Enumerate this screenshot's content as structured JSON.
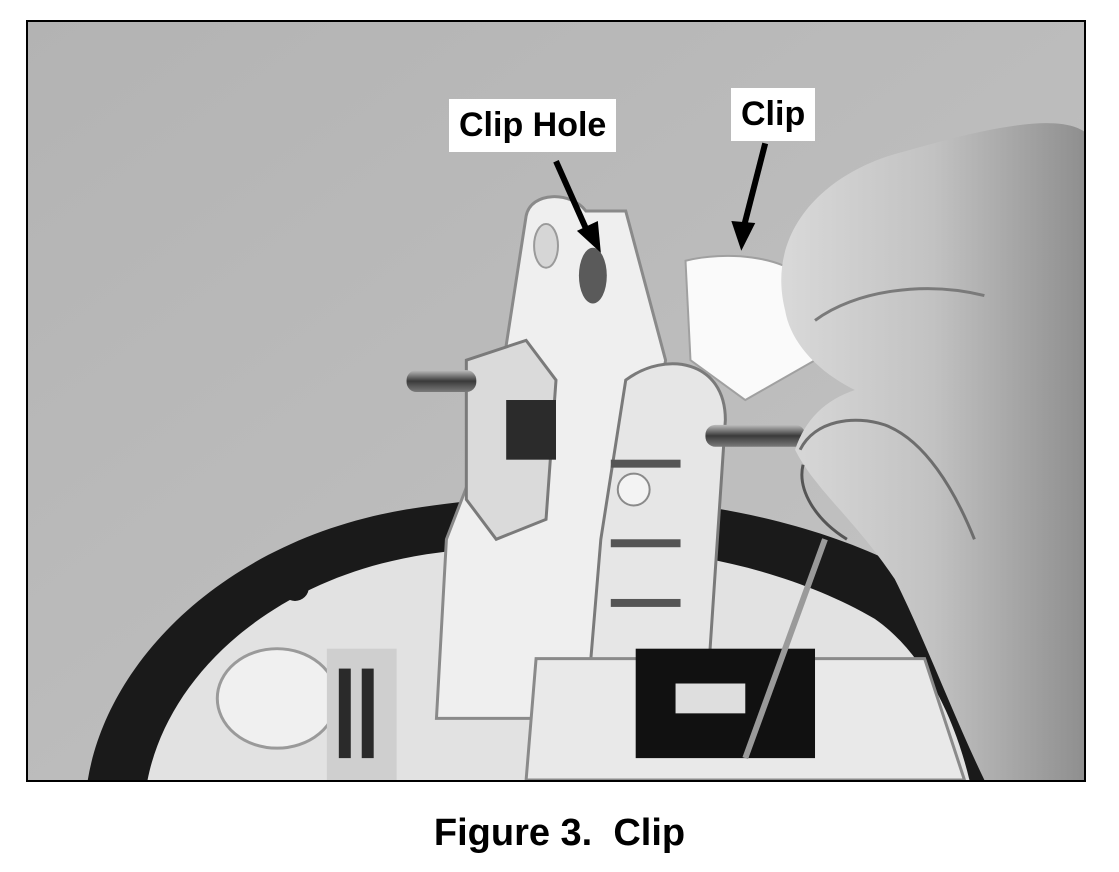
{
  "figure": {
    "callouts": {
      "clip_hole": "Clip Hole",
      "clip": "Clip"
    },
    "caption": "Figure 3.  Clip"
  },
  "colors": {
    "text": "#000000",
    "frame": "#000000",
    "background": "#ffffff",
    "photo_backdrop": "#b8b8b8"
  }
}
